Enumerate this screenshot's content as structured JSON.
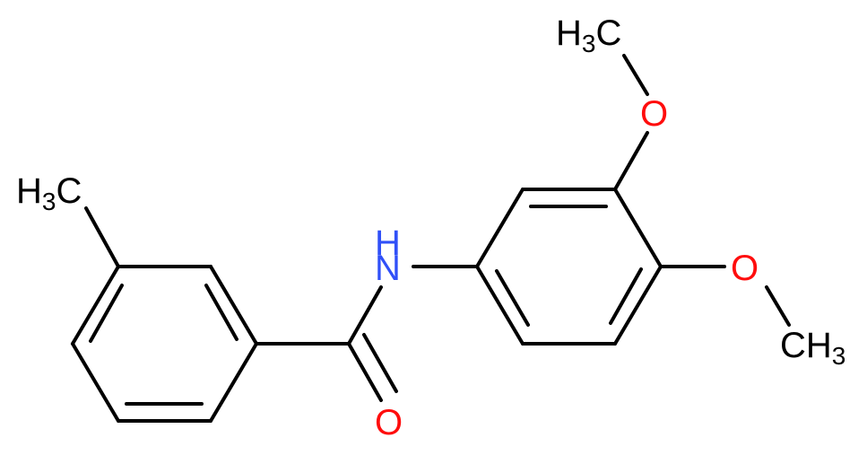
{
  "molecule": {
    "labels": {
      "methyl_top": {
        "main": "H",
        "sub": "3",
        "tail": "C"
      },
      "methyl_left": {
        "main": "H",
        "sub": "3",
        "tail": "C"
      },
      "methyl_right": {
        "main": "CH",
        "sub": "3"
      },
      "amide_nh": "H",
      "amide_n": "N",
      "carbonyl_o": "O",
      "ether_o_top": "O",
      "ether_o_right": "O"
    },
    "colors": {
      "bond": "#000000",
      "carbon_text": "#000000",
      "nitrogen": "#3050F8",
      "oxygen": "#FF0D0D"
    }
  }
}
